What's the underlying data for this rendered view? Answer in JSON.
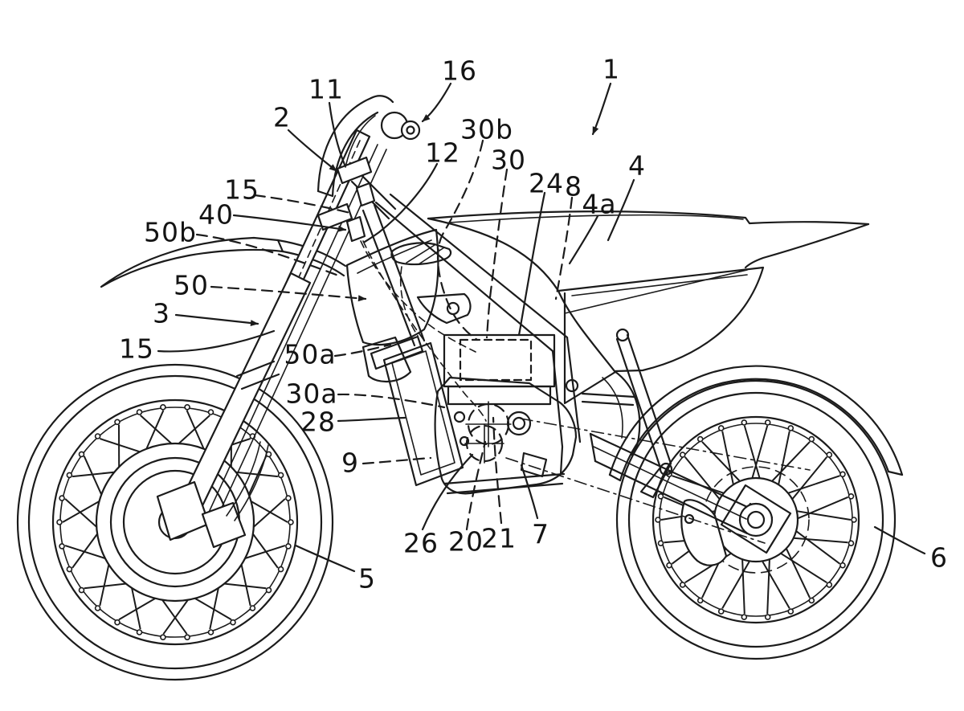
{
  "figure": {
    "kind": "patent-line-drawing",
    "subject": "Off-road motorcycle, left side view, with numbered part callouts",
    "background_color": "#ffffff",
    "ink_color": "#1b1b1b"
  },
  "labels": [
    {
      "ref": "16",
      "text": "16"
    },
    {
      "ref": "11",
      "text": "11"
    },
    {
      "ref": "2",
      "text": "2"
    },
    {
      "ref": "1",
      "text": "1"
    },
    {
      "ref": "30b",
      "text": "30b"
    },
    {
      "ref": "12",
      "text": "12"
    },
    {
      "ref": "30",
      "text": "30"
    },
    {
      "ref": "24",
      "text": "24"
    },
    {
      "ref": "8",
      "text": "8"
    },
    {
      "ref": "4a",
      "text": "4a"
    },
    {
      "ref": "4",
      "text": "4"
    },
    {
      "ref": "15-upper",
      "text": "15"
    },
    {
      "ref": "40",
      "text": "40"
    },
    {
      "ref": "50b",
      "text": "50b"
    },
    {
      "ref": "50",
      "text": "50"
    },
    {
      "ref": "3",
      "text": "3"
    },
    {
      "ref": "15-lower",
      "text": "15"
    },
    {
      "ref": "50a",
      "text": "50a"
    },
    {
      "ref": "30a",
      "text": "30a"
    },
    {
      "ref": "28",
      "text": "28"
    },
    {
      "ref": "9",
      "text": "9"
    },
    {
      "ref": "26",
      "text": "26"
    },
    {
      "ref": "20",
      "text": "20"
    },
    {
      "ref": "21",
      "text": "21"
    },
    {
      "ref": "7",
      "text": "7"
    },
    {
      "ref": "5",
      "text": "5"
    },
    {
      "ref": "6",
      "text": "6"
    }
  ]
}
